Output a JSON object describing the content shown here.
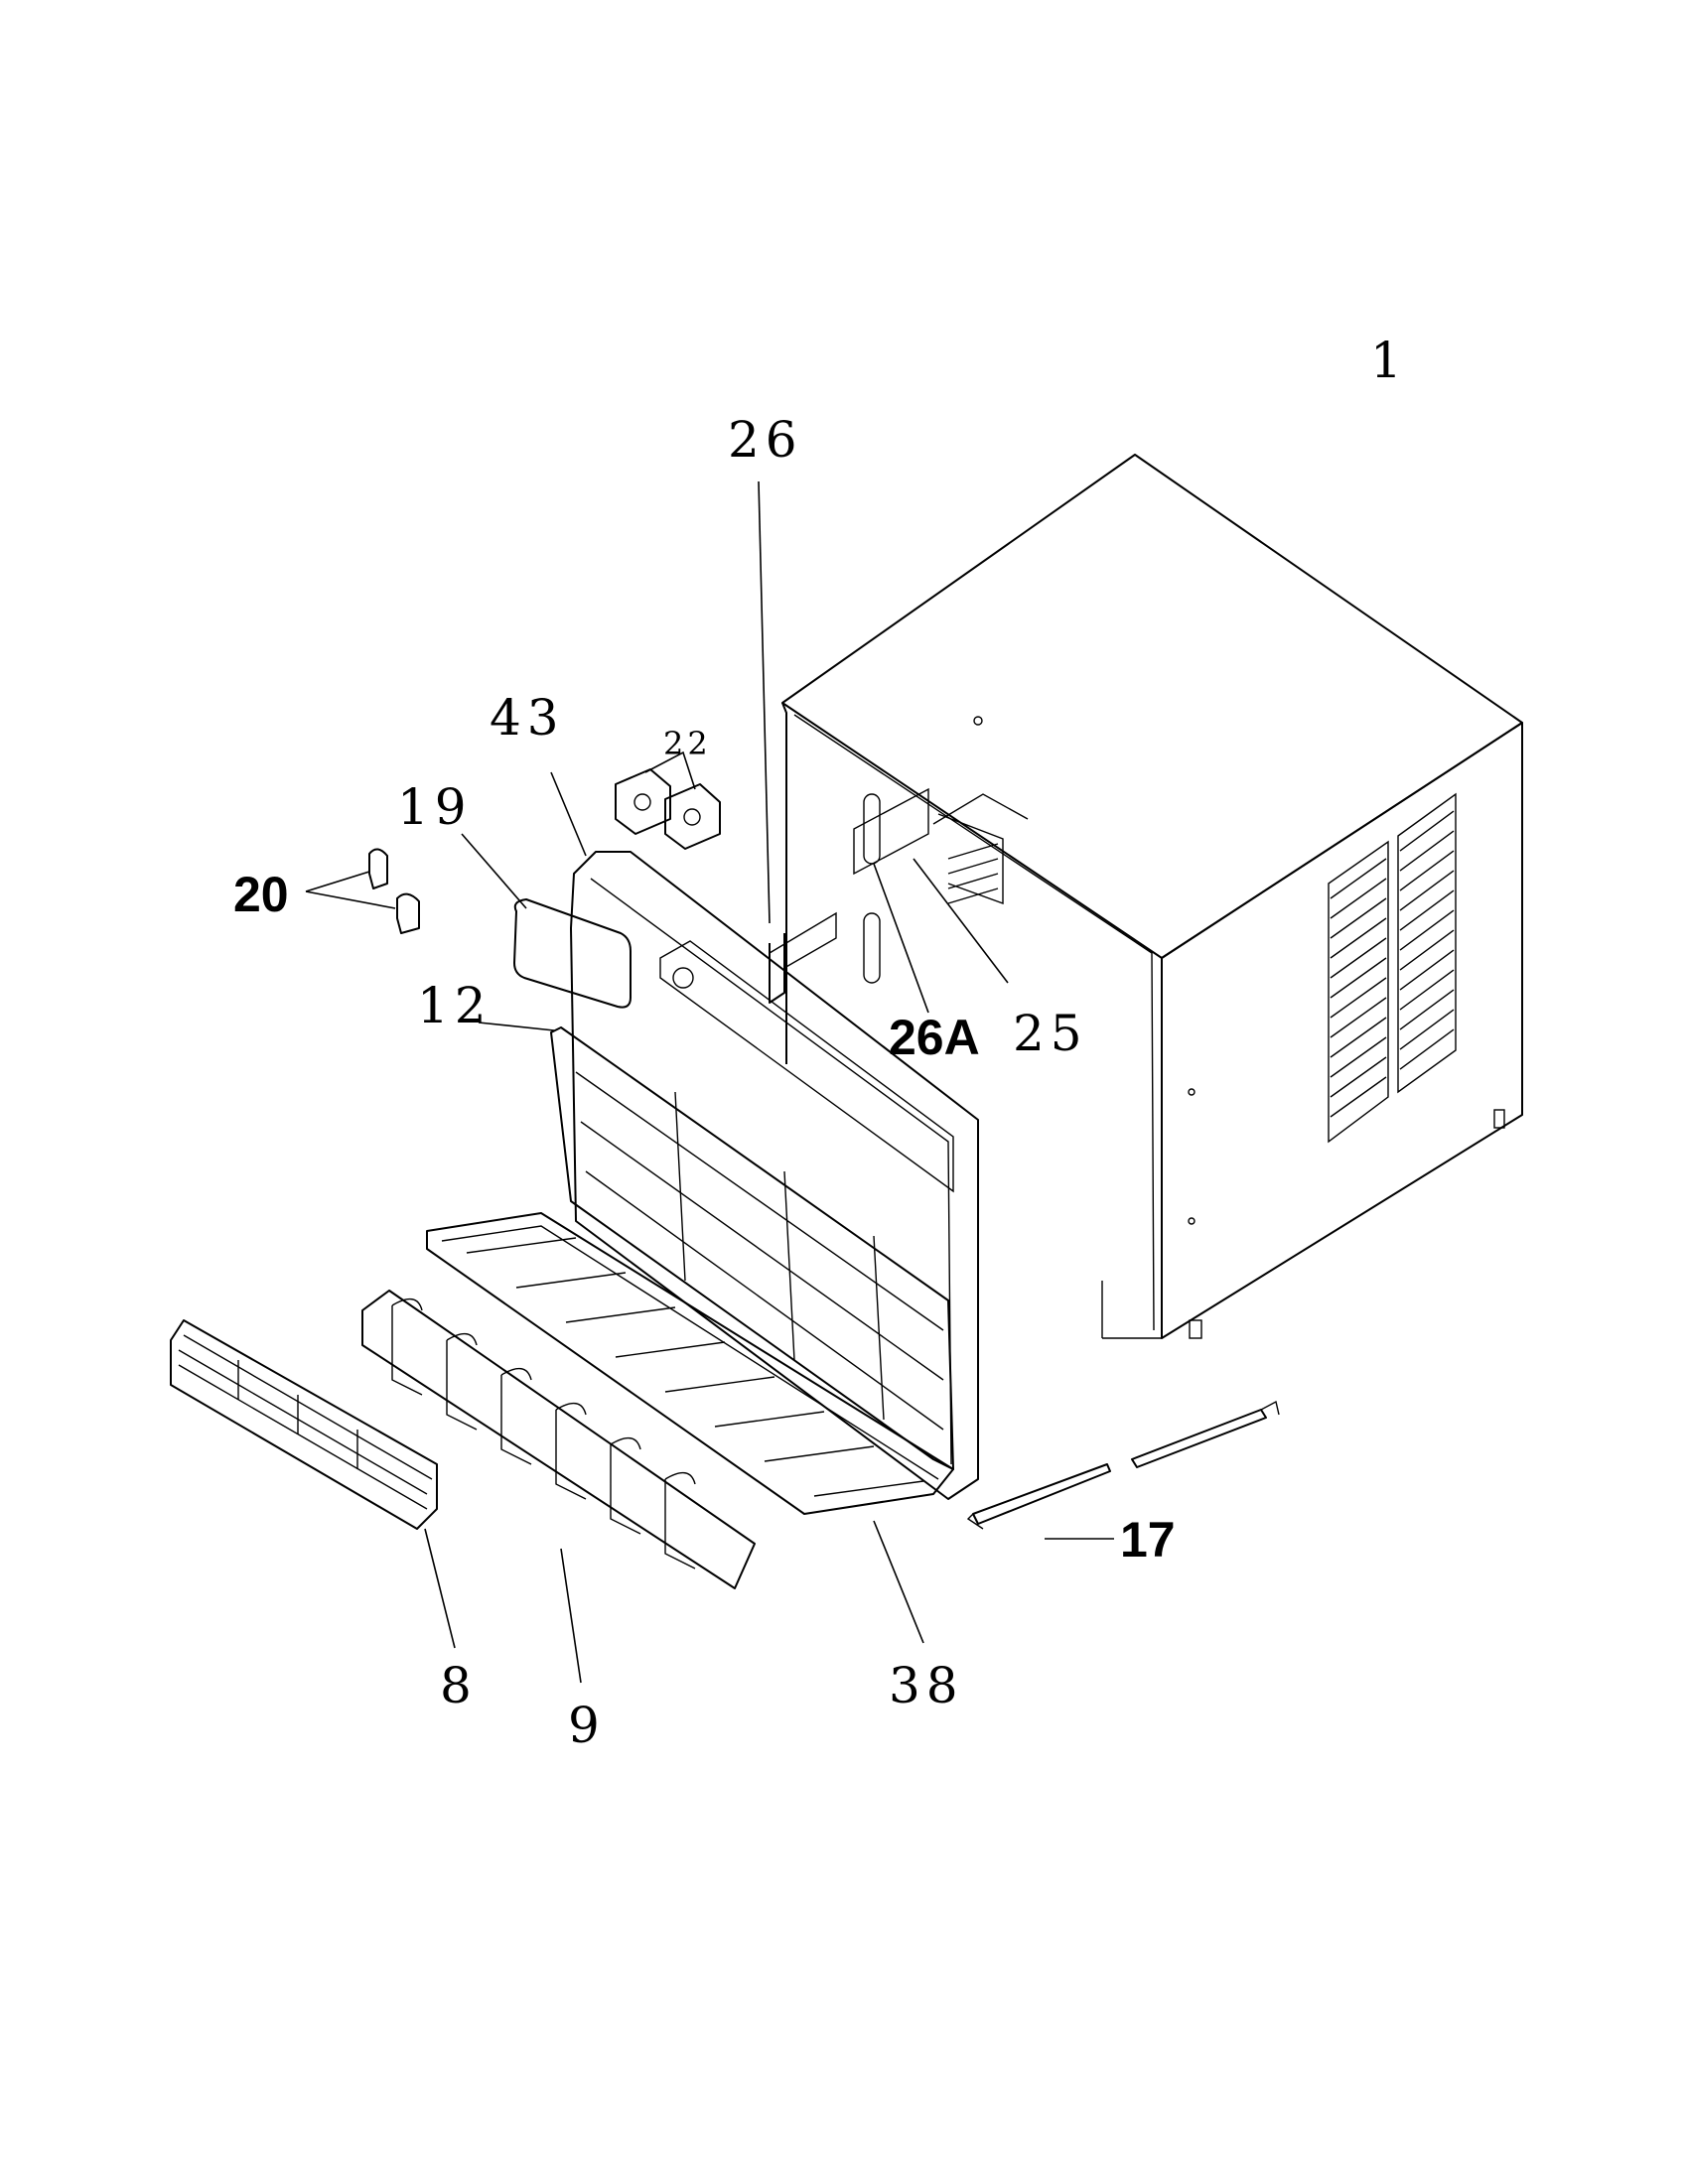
{
  "labels": {
    "cabinet": "1",
    "rail": "26",
    "panel": "43",
    "nuts": "22",
    "badge": "19",
    "clips": "20",
    "filter": "12",
    "bracket": "26A",
    "grille_insert": "25",
    "louver": "8",
    "vane_frame": "9",
    "tray": "38",
    "strip": "17"
  }
}
